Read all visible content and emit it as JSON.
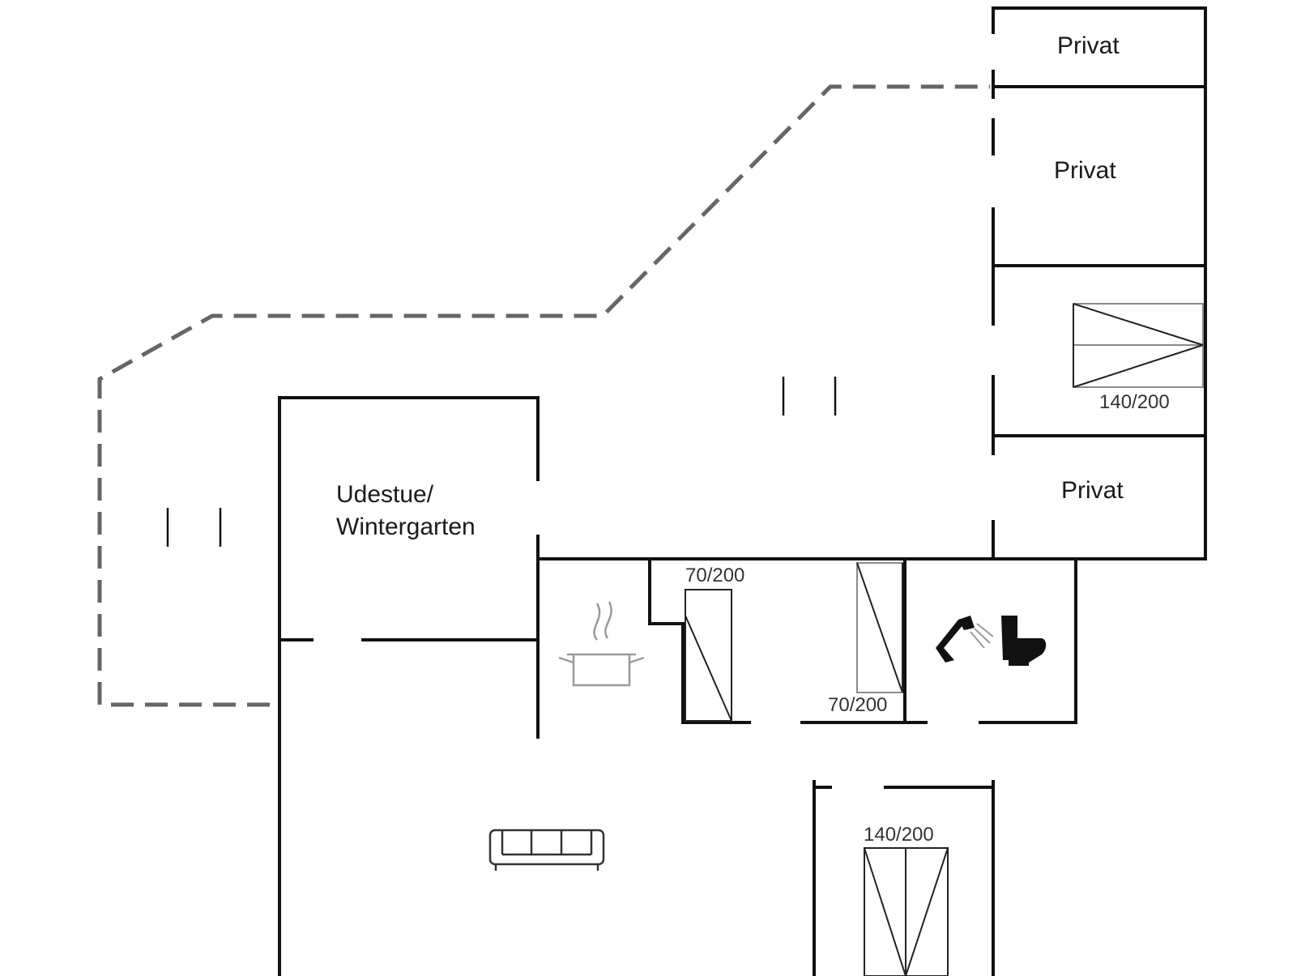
{
  "rooms": {
    "privat_1": "Privat",
    "privat_2": "Privat",
    "privat_3": "Privat",
    "sunroom_line1": "Udestue/",
    "sunroom_line2": "Wintergarten"
  },
  "beds": {
    "upper_right_double": "140/200",
    "single_left": "70/200",
    "single_right": "70/200",
    "bottom_double": "140/200"
  },
  "icons": [
    "cooking-pot-icon",
    "shower-icon",
    "toilet-icon",
    "sofa-icon"
  ]
}
